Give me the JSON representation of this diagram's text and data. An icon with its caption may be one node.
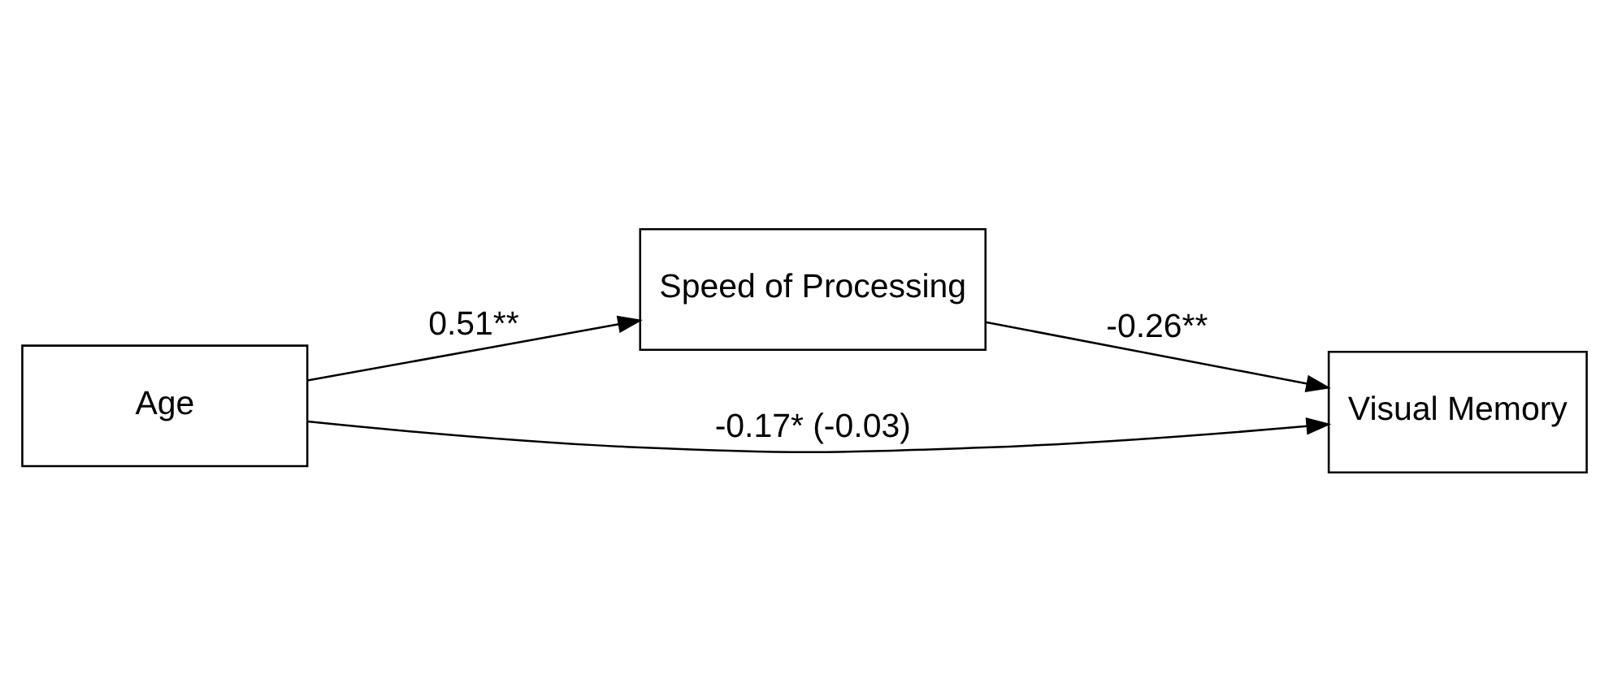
{
  "diagram": {
    "nodes": [
      {
        "text": [
          "Speed of Processing"
        ]
      },
      {
        "text": [
          "Age"
        ]
      },
      {
        "text": [
          "Visual Memory"
        ]
      }
    ],
    "edges": [
      {
        "from": 1,
        "to": 0,
        "arrow": "to",
        "label": "0.51**"
      },
      {
        "from": 0,
        "to": 2,
        "arrow": "to",
        "label": "-0.26**"
      },
      {
        "from": 1,
        "to": 2,
        "arrow": "to",
        "label": "-0.17* (-0.03)"
      }
    ]
  }
}
